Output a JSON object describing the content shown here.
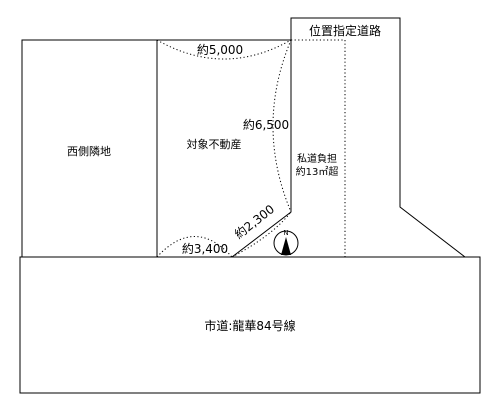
{
  "labels": {
    "designated_road": "位置指定道路",
    "west_neighbor": "西側隣地",
    "subject_property": "対象不動産",
    "private_road_line1": "私道負担",
    "private_road_line2": "約13㎡超",
    "city_road": "市道:龍華84号線"
  },
  "dimensions": {
    "top_edge": "約5,000",
    "right_edge": "約6,500",
    "diagonal_edge": "約2,300",
    "bottom_edge": "約3,400"
  },
  "compass": {
    "letter": "N",
    "icon": "north-arrow-icon"
  }
}
